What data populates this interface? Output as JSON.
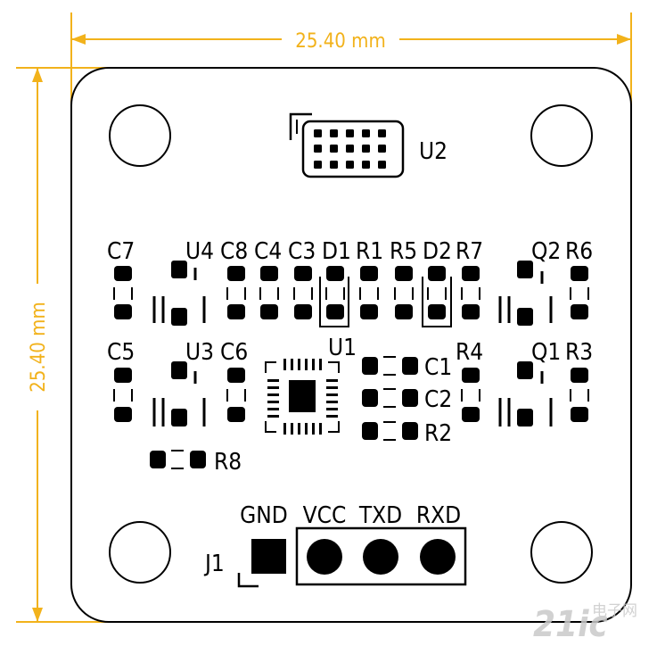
{
  "dimensions": {
    "width_label": "25.40 mm",
    "height_label": "25.40 mm",
    "dimension_color": "#f2b21b"
  },
  "board": {
    "outline_color": "#000000",
    "fill_color": "#ffffff"
  },
  "refdes": {
    "u2": "U2",
    "u1": "U1",
    "u3": "U3",
    "u4": "U4",
    "j1": "J1",
    "c1": "C1",
    "c2": "C2",
    "c3": "C3",
    "c4": "C4",
    "c5": "C5",
    "c6": "C6",
    "c7": "C7",
    "c8": "C8",
    "d1": "D1",
    "d2": "D2",
    "r1": "R1",
    "r2": "R2",
    "r3": "R3",
    "r4": "R4",
    "r5": "R5",
    "r6": "R6",
    "r7": "R7",
    "r8": "R8",
    "q1": "Q1",
    "q2": "Q2"
  },
  "connector": {
    "pins": [
      "GND",
      "VCC",
      "TXD",
      "RXD"
    ]
  },
  "watermark": {
    "text": "21ic",
    "subtext": "电子网",
    "color": "#c9c9c9"
  }
}
